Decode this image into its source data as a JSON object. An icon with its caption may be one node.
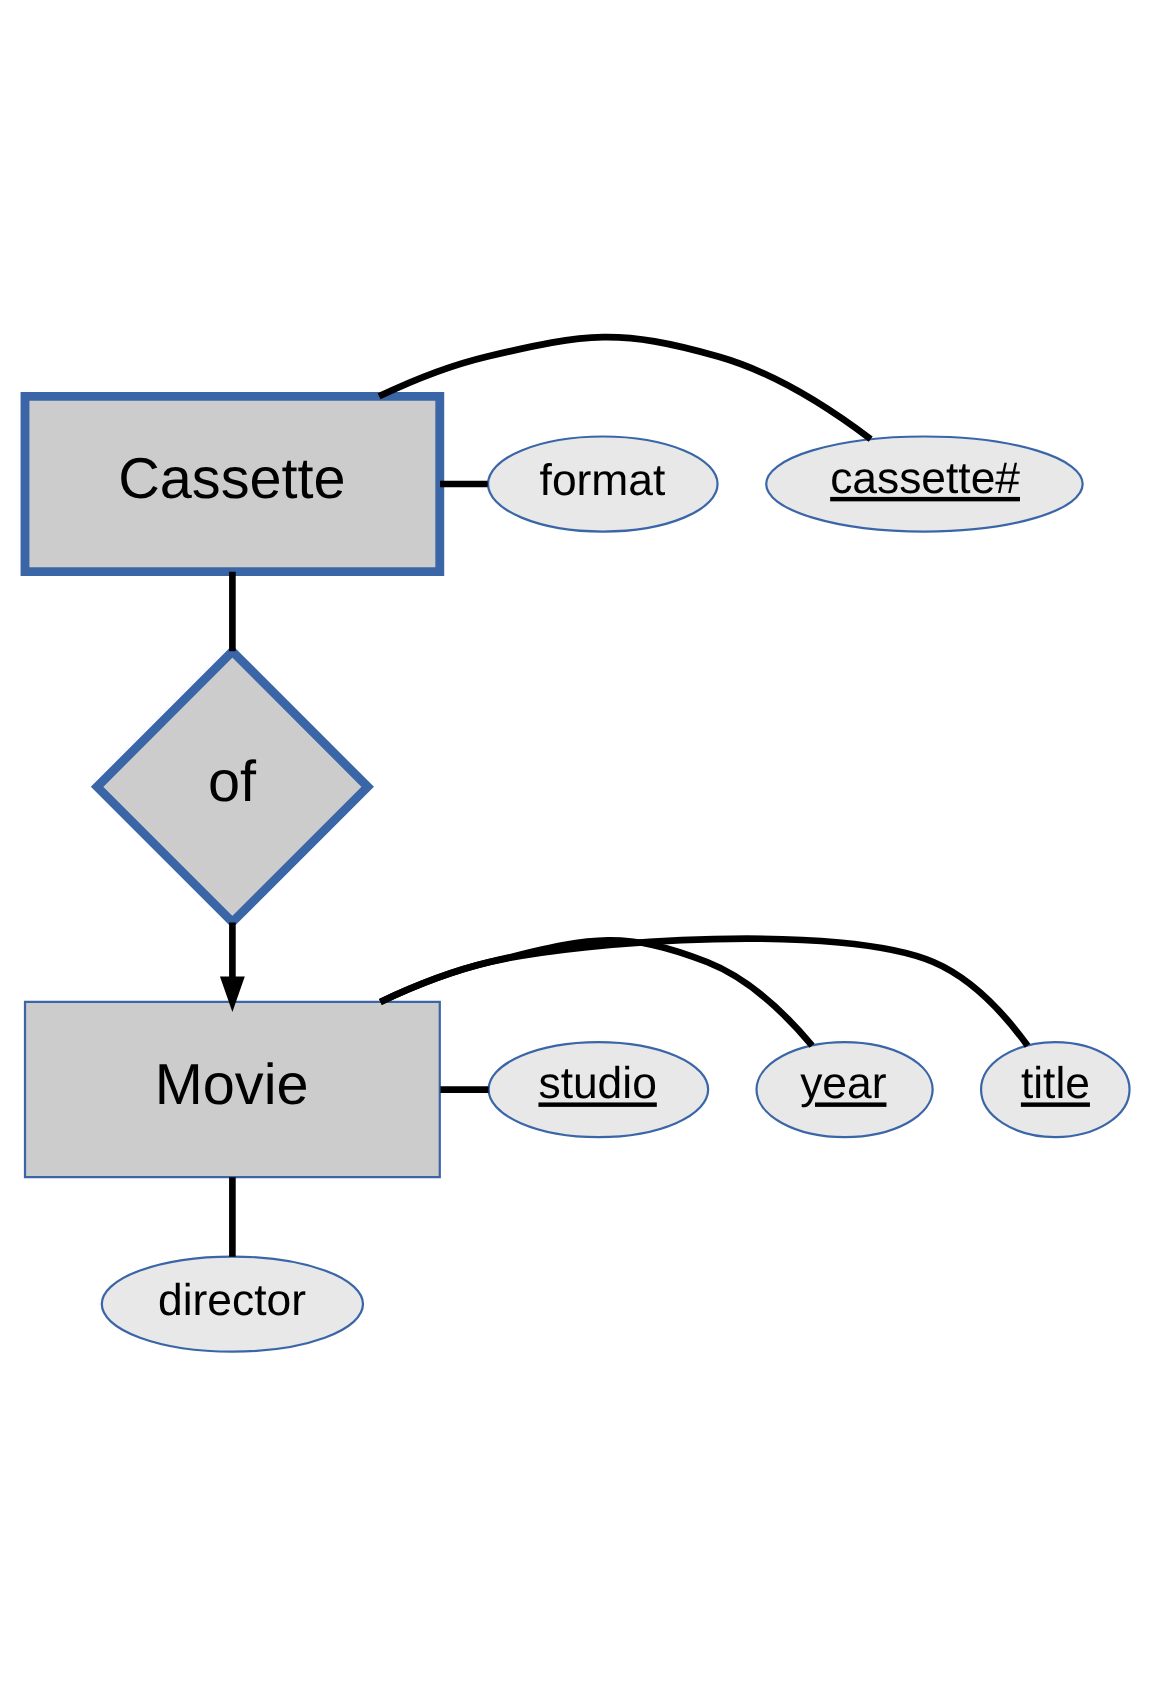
{
  "diagram": {
    "nodes": [
      {
        "text": [
          "Cassette"
        ]
      },
      {
        "text": [
          "cassette#"
        ]
      },
      {
        "text": [
          "format"
        ]
      },
      {
        "text": [
          "of"
        ]
      },
      {
        "text": [
          "Movie"
        ]
      },
      {
        "text": [
          "title"
        ]
      },
      {
        "text": [
          "year"
        ]
      },
      {
        "text": [
          "studio"
        ]
      },
      {
        "text": [
          "director"
        ]
      }
    ],
    "edges": [
      {
        "from": 0,
        "to": 1,
        "arrow": "none"
      },
      {
        "from": 0,
        "to": 2,
        "arrow": "none"
      },
      {
        "from": 0,
        "to": 3,
        "arrow": "none"
      },
      {
        "from": 3,
        "to": 4,
        "arrow": "to"
      },
      {
        "from": 4,
        "to": 5,
        "arrow": "none"
      },
      {
        "from": 4,
        "to": 6,
        "arrow": "none"
      },
      {
        "from": 4,
        "to": 7,
        "arrow": "none"
      },
      {
        "from": 4,
        "to": 8,
        "arrow": "none"
      }
    ]
  }
}
